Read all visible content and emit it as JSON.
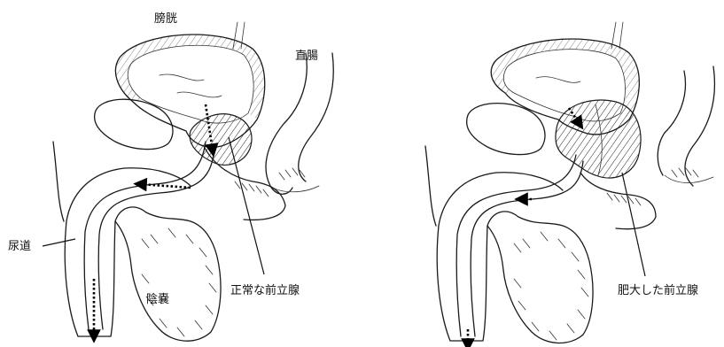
{
  "left_panel": {
    "bladder_label": "膀胱",
    "rectum_label": "直腸",
    "urethra_label": "尿道",
    "scrotum_label": "陰嚢",
    "prostate_label": "正常な前立腺"
  },
  "right_panel": {
    "prostate_label": "肥大した前立腺"
  },
  "icons": {
    "flow_arrow": "dotted-arrow-icon"
  }
}
